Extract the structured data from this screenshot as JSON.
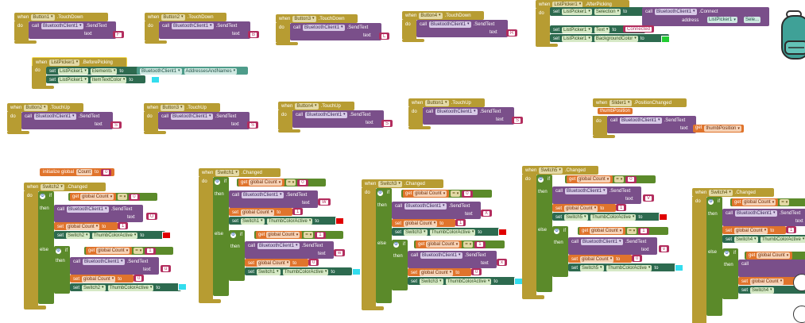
{
  "kw": {
    "when": "when",
    "do": "do",
    "call": "call",
    "set": "set",
    "to": "to",
    "text": "text",
    "if": "if",
    "then": "then",
    "else": "else",
    "get": "get",
    "address": "address",
    "eq": "=",
    "initialize": "initialize global",
    "sendtext": ".SendText",
    "connect": ".Connect",
    "touchdown": ".TouchDown",
    "touchup": ".TouchUp",
    "changed": ".Changed",
    "afterpicking": ".AfterPicking",
    "beforepicking": ".BeforePicking",
    "poschanged": ".PositionChanged",
    "thumbpos": "thumbPosition",
    "elements": "Elements",
    "itemtextcolor": "ItemTextColor",
    "selection": "Selection",
    "textprop": "Text",
    "bgcolor": "BackgroundColor",
    "addresses": "AddressesAndNames",
    "thumbcolor": "ThumbColorActive",
    "connected": "Connected",
    "sel": "Sele..."
  },
  "components": {
    "bt": "BluetoothClient1",
    "lp": "ListPicker1",
    "sl": "Slider1",
    "b1": "Button1",
    "b2": "Button2",
    "b3": "Button3",
    "b4": "Button4",
    "s1": "Switch1",
    "s2": "Switch2",
    "s3": "Switch3",
    "s4": "Switch4",
    "s5": "Switch5",
    "var": "global Count",
    "varname": "Count"
  },
  "values": {
    "down1": "F",
    "down2": "B",
    "down3": "L",
    "down4": "R",
    "up1": "S",
    "up2": "S",
    "up3": "S",
    "up4": "S",
    "sw_on": "W",
    "sw_off": "w",
    "sw2_on": "U",
    "sw2_off": "u",
    "sw3_on": "X",
    "sw3_off": "x",
    "sw5_on": "V",
    "sw5_off": "v",
    "zero": "0",
    "one": "1"
  },
  "colors": {
    "event": "#b79c32",
    "component": "#7a4f8a",
    "setter": "#2d6a4f",
    "text": "#b32d5e",
    "logic": "#5b8a2a",
    "variable": "#e0742c",
    "red": "#e00000",
    "cyan": "#33ddee",
    "green": "#22cc33"
  },
  "icons": {
    "backpack": "backpack-icon",
    "gear": "gear-icon"
  }
}
